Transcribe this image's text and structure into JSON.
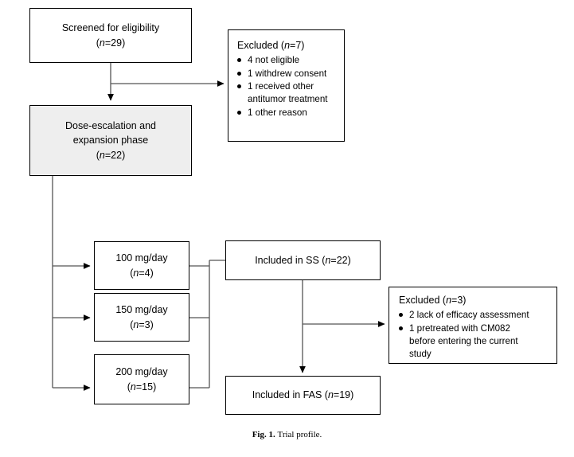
{
  "figure": {
    "caption_label": "Fig. 1.",
    "caption_text": "Trial profile.",
    "type": "flowchart",
    "accent_shaded_fill": "#eeeeee",
    "stroke_color": "#000000"
  },
  "nodes": {
    "screened": {
      "name": "Screened for eligibility",
      "line1": "Screened for eligibility",
      "line2_prefix": "(",
      "line2_n": "n",
      "line2_suffix": "=29)",
      "n_value": 29
    },
    "excluded7": {
      "title_prefix": "Excluded (",
      "title_n": "n",
      "title_suffix": "=7)",
      "n_value": 7,
      "reasons": [
        {
          "text": "4 not eligible",
          "bulleted": true
        },
        {
          "text": "1 withdrew consent",
          "bulleted": true
        },
        {
          "text": "1 received other",
          "bulleted": true
        },
        {
          "text": "antitumor treatment",
          "bulleted": false
        },
        {
          "text": "1 other reason",
          "bulleted": true
        }
      ]
    },
    "phase": {
      "line1": "Dose-escalation and",
      "line2": "expansion phase",
      "line3_prefix": "(",
      "line3_n": "n",
      "line3_suffix": "=22)",
      "n_value": 22,
      "shaded": true
    },
    "dose100": {
      "line1": "100 mg/day",
      "line2_prefix": "(",
      "line2_n": "n",
      "line2_suffix": "=4)",
      "dose": "100 mg/day",
      "n_value": 4
    },
    "dose150": {
      "line1": "150 mg/day",
      "line2_prefix": "(",
      "line2_n": "n",
      "line2_suffix": "=3)",
      "dose": "150 mg/day",
      "n_value": 3
    },
    "dose200": {
      "line1": "200 mg/day",
      "line2_prefix": "(",
      "line2_n": "n",
      "line2_suffix": "=15)",
      "dose": "200 mg/day",
      "n_value": 15
    },
    "included_ss": {
      "prefix": "Included in SS (",
      "n": "n",
      "suffix": "=22)",
      "n_value": 22
    },
    "excluded3": {
      "title_prefix": "Excluded (",
      "title_n": "n",
      "title_suffix": "=3)",
      "n_value": 3,
      "reasons": [
        {
          "text": "2 lack of efficacy assessment",
          "bulleted": true
        },
        {
          "text": "1 pretreated with CM082",
          "bulleted": true
        },
        {
          "text": "before entering the current",
          "bulleted": false
        },
        {
          "text": "study",
          "bulleted": false
        }
      ]
    },
    "included_fas": {
      "prefix": "Included in FAS (",
      "n": "n",
      "suffix": "=19)",
      "n_value": 19
    }
  }
}
